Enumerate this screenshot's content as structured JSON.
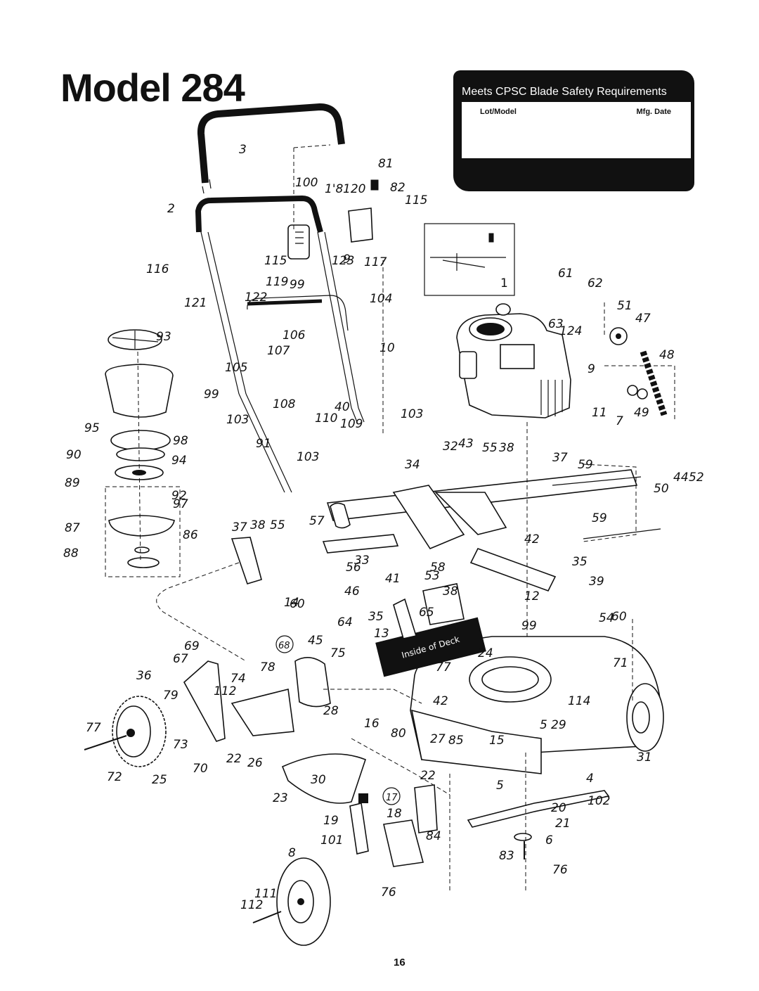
{
  "title": "Model 284",
  "safety_label": {
    "header": "Meets CPSC Blade Safety Requirements",
    "lot_model": "Lot/Model",
    "mfg_date": "Mfg. Date"
  },
  "page_number": "16",
  "inset_label": "1",
  "deck_label": "Inside of Deck",
  "circled_labels": [
    "68",
    "17"
  ],
  "callouts": [
    "3",
    "81",
    "100",
    "1'8",
    "120",
    "82",
    "115",
    "2",
    "115",
    "123",
    "9",
    "117",
    "116",
    "119",
    "99",
    "121",
    "122",
    "104",
    "61",
    "62",
    "51",
    "63",
    "124",
    "47",
    "93",
    "106",
    "107",
    "10",
    "48",
    "105",
    "9",
    "99",
    "11",
    "7",
    "49",
    "108",
    "40",
    "103",
    "110",
    "109",
    "103",
    "91",
    "95",
    "98",
    "32",
    "43",
    "55",
    "38",
    "37",
    "59",
    "90",
    "94",
    "103",
    "34",
    "89",
    "92",
    "97",
    "60",
    "50",
    "44",
    "52",
    "87",
    "86",
    "37",
    "38",
    "55",
    "57",
    "59",
    "42",
    "88",
    "56",
    "33",
    "58",
    "35",
    "53",
    "41",
    "38",
    "39",
    "46",
    "60",
    "14",
    "12",
    "35",
    "65",
    "64",
    "13",
    "99",
    "54",
    "69",
    "45",
    "67",
    "75",
    "24",
    "71",
    "36",
    "74",
    "78",
    "77",
    "112",
    "79",
    "28",
    "42",
    "114",
    "77",
    "16",
    "5",
    "73",
    "72",
    "70",
    "22",
    "26",
    "80",
    "27",
    "85",
    "15",
    "29",
    "31",
    "30",
    "22",
    "5",
    "4",
    "25",
    "23",
    "102",
    "20",
    "19",
    "18",
    "84",
    "21",
    "101",
    "6",
    "8",
    "83",
    "76",
    "111",
    "112",
    "76"
  ],
  "colors": {
    "ink": "#111111",
    "paper": "#ffffff"
  }
}
